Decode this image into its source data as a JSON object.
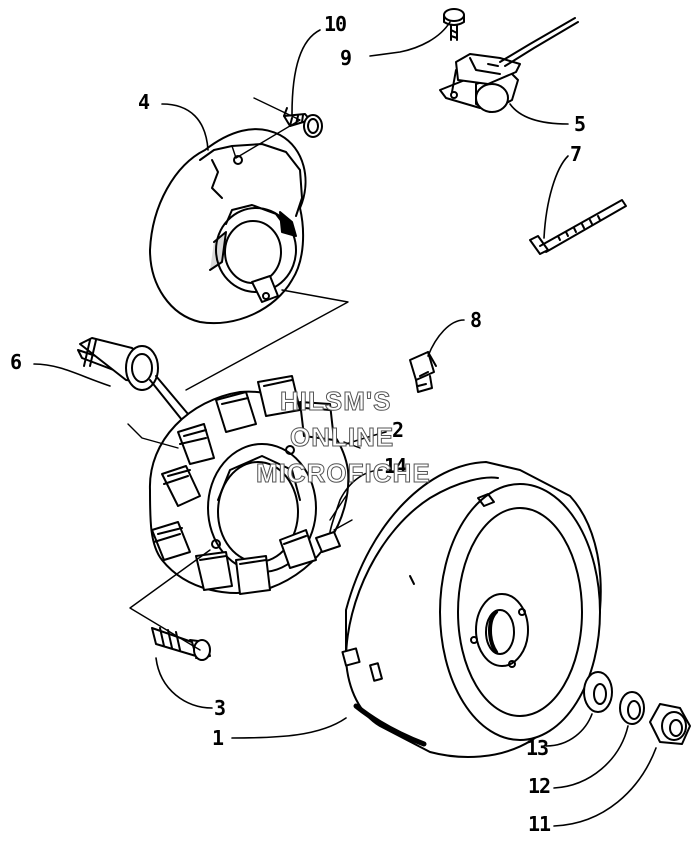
{
  "diagram": {
    "callouts": [
      {
        "id": "c10",
        "text": "10"
      },
      {
        "id": "c9",
        "text": "9"
      },
      {
        "id": "c4",
        "text": "4"
      },
      {
        "id": "c5",
        "text": "5"
      },
      {
        "id": "c7",
        "text": "7"
      },
      {
        "id": "c8",
        "text": "8"
      },
      {
        "id": "c6",
        "text": "6"
      },
      {
        "id": "c2",
        "text": "2"
      },
      {
        "id": "c14",
        "text": "14"
      },
      {
        "id": "c3",
        "text": "3"
      },
      {
        "id": "c1",
        "text": "1"
      },
      {
        "id": "c13",
        "text": "13"
      },
      {
        "id": "c12",
        "text": "12"
      },
      {
        "id": "c11",
        "text": "11"
      }
    ],
    "watermark": {
      "line1": "HILSM'S",
      "line2": "ONLINE",
      "line3": "MICROFICHE"
    }
  }
}
